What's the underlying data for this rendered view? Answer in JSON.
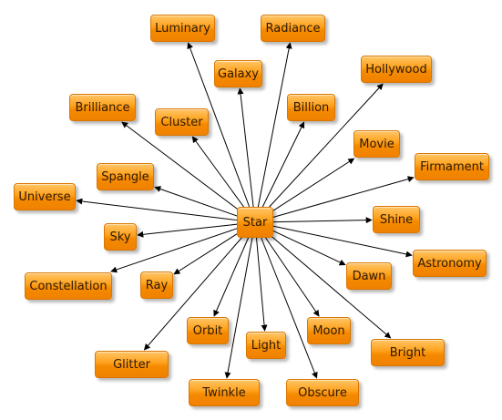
{
  "diagram": {
    "center": {
      "id": "star",
      "label": "Star"
    },
    "nodes": [
      {
        "id": "luminary",
        "label": "Luminary"
      },
      {
        "id": "radiance",
        "label": "Radiance"
      },
      {
        "id": "galaxy",
        "label": "Galaxy"
      },
      {
        "id": "hollywood",
        "label": "Hollywood"
      },
      {
        "id": "brilliance",
        "label": "Brilliance"
      },
      {
        "id": "cluster",
        "label": "Cluster"
      },
      {
        "id": "billion",
        "label": "Billion"
      },
      {
        "id": "movie",
        "label": "Movie"
      },
      {
        "id": "firmament",
        "label": "Firmament"
      },
      {
        "id": "spangle",
        "label": "Spangle"
      },
      {
        "id": "universe",
        "label": "Universe"
      },
      {
        "id": "shine",
        "label": "Shine"
      },
      {
        "id": "sky",
        "label": "Sky"
      },
      {
        "id": "astronomy",
        "label": "Astronomy"
      },
      {
        "id": "constellation",
        "label": "Constellation"
      },
      {
        "id": "ray",
        "label": "Ray"
      },
      {
        "id": "dawn",
        "label": "Dawn"
      },
      {
        "id": "orbit",
        "label": "Orbit"
      },
      {
        "id": "light",
        "label": "Light"
      },
      {
        "id": "moon",
        "label": "Moon"
      },
      {
        "id": "bright",
        "label": "Bright"
      },
      {
        "id": "glitter",
        "label": "Glitter"
      },
      {
        "id": "twinkle",
        "label": "Twinkle"
      },
      {
        "id": "obscure",
        "label": "Obscure"
      }
    ],
    "edge_color": "#000000",
    "node_color": "#ffa21e"
  }
}
